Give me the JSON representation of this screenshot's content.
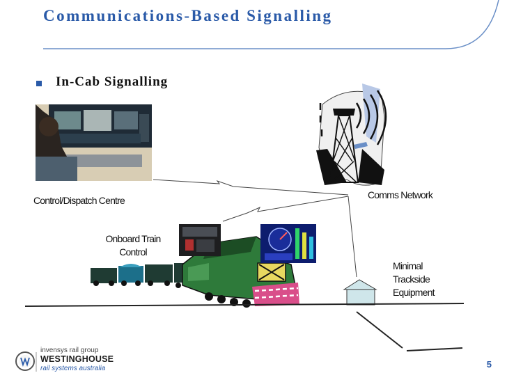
{
  "title": "Communications-Based Signalling",
  "bullet": "In-Cab Signalling",
  "labels": {
    "control_centre": "Control/Dispatch Centre",
    "comms_network": "Comms Network",
    "onboard": [
      "Onboard Train",
      "Control"
    ],
    "trackside": [
      "Minimal",
      "Trackside",
      "Equipment"
    ]
  },
  "footer": {
    "group": "invensys rail group",
    "brand": "WESTINGHOUSE",
    "sub": "rail systems australia",
    "page": "5"
  },
  "colors": {
    "title": "#2a5aa8",
    "rule": "#6a8fc7",
    "locomotive": "#2e7a3a",
    "tracks": "#222222"
  }
}
